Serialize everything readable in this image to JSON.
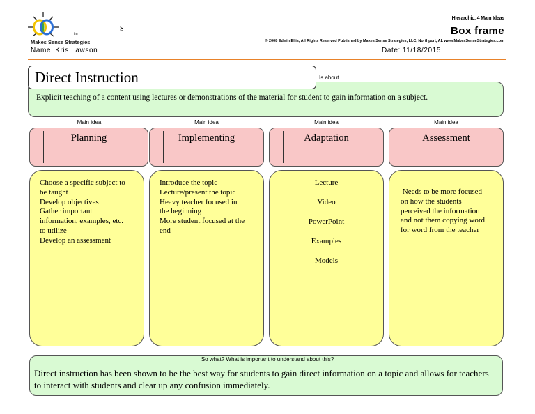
{
  "header": {
    "brand": "Makes Sense Strategies",
    "tm": "tm",
    "s_mark": "S",
    "template_type": "Hierarchic: 4 Main Ideas",
    "template_name": "Box frame",
    "copyright": "© 2008 Edwin Ellis, All Rights Reserved   Published by Makes Sense Strategies, LLC, Northport, AL   www.MakesSenseStrategies.com",
    "name_label": "Name:",
    "name_value": "Kris Lawson",
    "date_label": "Date:",
    "date_value": "11/18/2015",
    "accent_color": "#e8822a"
  },
  "topic": {
    "title": "Direct Instruction",
    "is_about_label": "Is about ...",
    "description": "Explicit teaching of a content using lectures or demonstrations of the material for student to gain information on a subject."
  },
  "main_ideas": [
    {
      "label": "Main idea",
      "title": "Planning",
      "lines": [
        "Choose a specific subject to",
        "be taught",
        "Develop objectives",
        "Gather important",
        "information, examples, etc.",
        "to utilize",
        "Develop an assessment"
      ]
    },
    {
      "label": "Main idea",
      "title": "Implementing",
      "lines": [
        "Introduce the topic",
        "Lecture/present the topic",
        "Heavy teacher focused in",
        "the beginning",
        "More student focused at the",
        "end"
      ]
    },
    {
      "label": "Main idea",
      "title": "Adaptation",
      "lines": [
        "Lecture",
        "Video",
        "PowerPoint",
        "Examples",
        "Models"
      ]
    },
    {
      "label": "Main idea",
      "title": "Assessment",
      "lines": [
        " Needs to be more focused",
        "on how the students",
        "perceived the information",
        "and not them copying word",
        "for word from the teacher"
      ]
    }
  ],
  "so_what": {
    "label": "So what? What is important to understand about this?",
    "text": "Direct instruction has been shown to be the best way for students to gain direct information on a topic and allows for teachers to interact with students and clear up any confusion immediately."
  },
  "colors": {
    "topic_fill": "#d9fad3",
    "main_idea_head_fill": "#f9c7c7",
    "main_idea_body_fill": "#ffff99"
  }
}
